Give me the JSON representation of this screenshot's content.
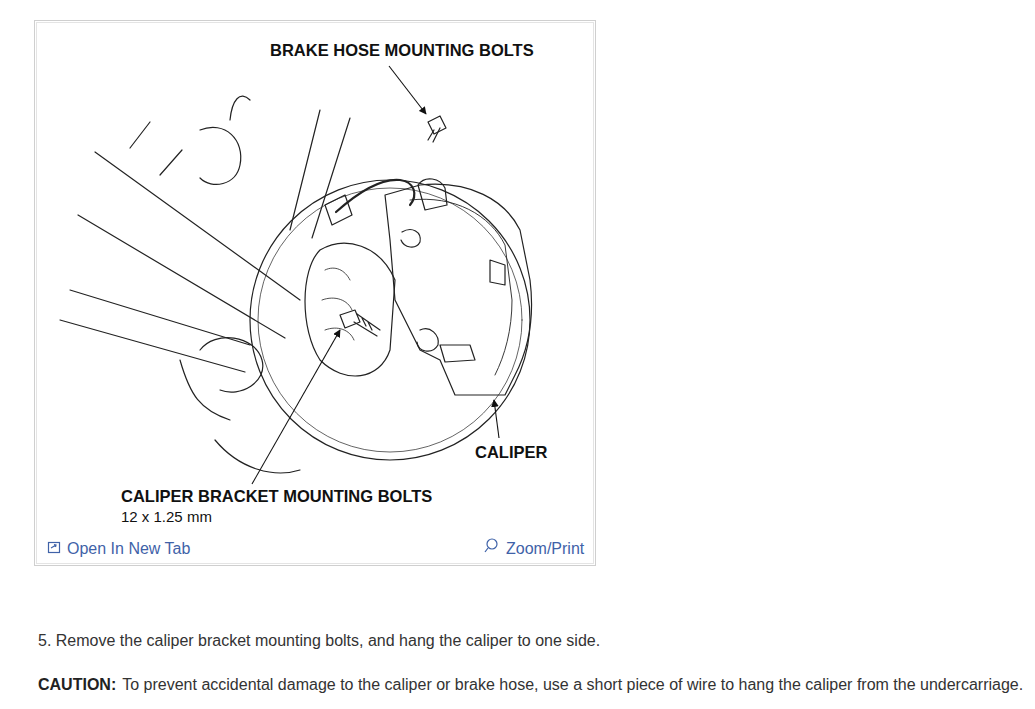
{
  "diagram": {
    "labels": [
      "BRAKE HOSE MOUNTING BOLTS",
      "CALIPER",
      "CALIPER BRACKET MOUNTING BOLTS",
      "12 x 1.25 mm",
      "Open In New Tab",
      "Zoom/Print",
      "5. Remove the caliper bracket mounting bolts, and hang the caliper to one side.",
      "CAUTION:",
      "To prevent accidental damage to the caliper or brake hose, use a short piece of wire to hang the caliper from the undercarriage."
    ]
  }
}
